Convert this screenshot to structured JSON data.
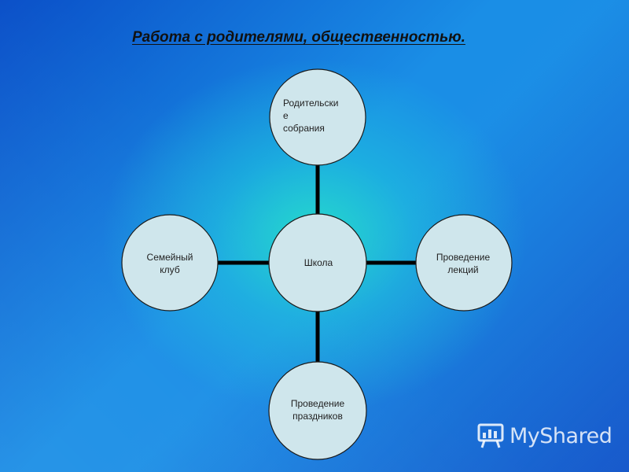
{
  "title": "Работа с родителями, общественностью.",
  "nodes": {
    "center": "Школа",
    "top": "Родительские собрания",
    "top_lines": [
      "Родительски",
      "е",
      "собрания"
    ],
    "left_lines": [
      "Семейный",
      "клуб"
    ],
    "right_lines": [
      "Проведение",
      "лекций"
    ],
    "bottom_lines": [
      "Проведение",
      "праздников"
    ]
  },
  "edges": [
    {
      "from": "center",
      "to": "top"
    },
    {
      "from": "center",
      "to": "left"
    },
    {
      "from": "center",
      "to": "right"
    },
    {
      "from": "center",
      "to": "bottom"
    }
  ],
  "colors": {
    "node_fill": "#cfe6ec",
    "node_stroke": "#1a1a1a",
    "edge": "#000000"
  },
  "watermark": {
    "text": "MyShared",
    "icon": "presentation-board-icon"
  }
}
